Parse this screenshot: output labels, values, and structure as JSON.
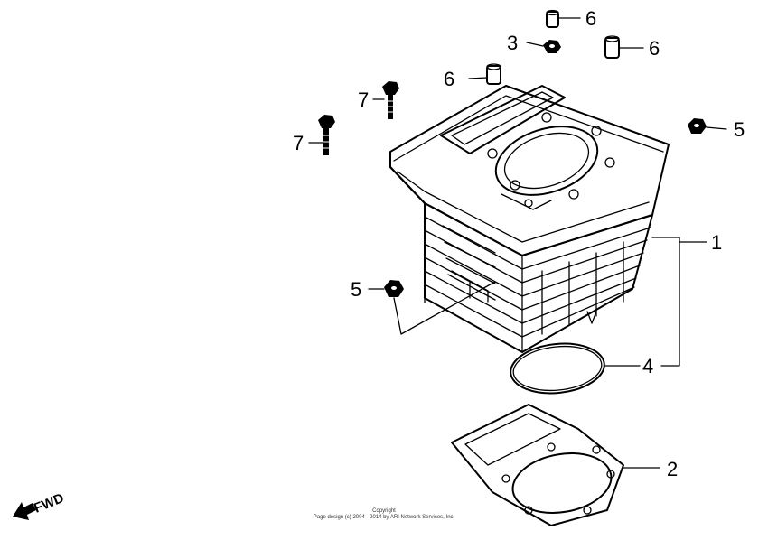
{
  "callouts": {
    "c1": "1",
    "c2": "2",
    "c3": "3",
    "c4": "4",
    "c5a": "5",
    "c5b": "5",
    "c6a": "6",
    "c6b": "6",
    "c6c": "6",
    "c7a": "7",
    "c7b": "7"
  },
  "direction_label": "FWD",
  "copyright": {
    "line1": "Copyright",
    "line2": "Page design (c) 2004 - 2014 by ARI Network Services, Inc."
  }
}
